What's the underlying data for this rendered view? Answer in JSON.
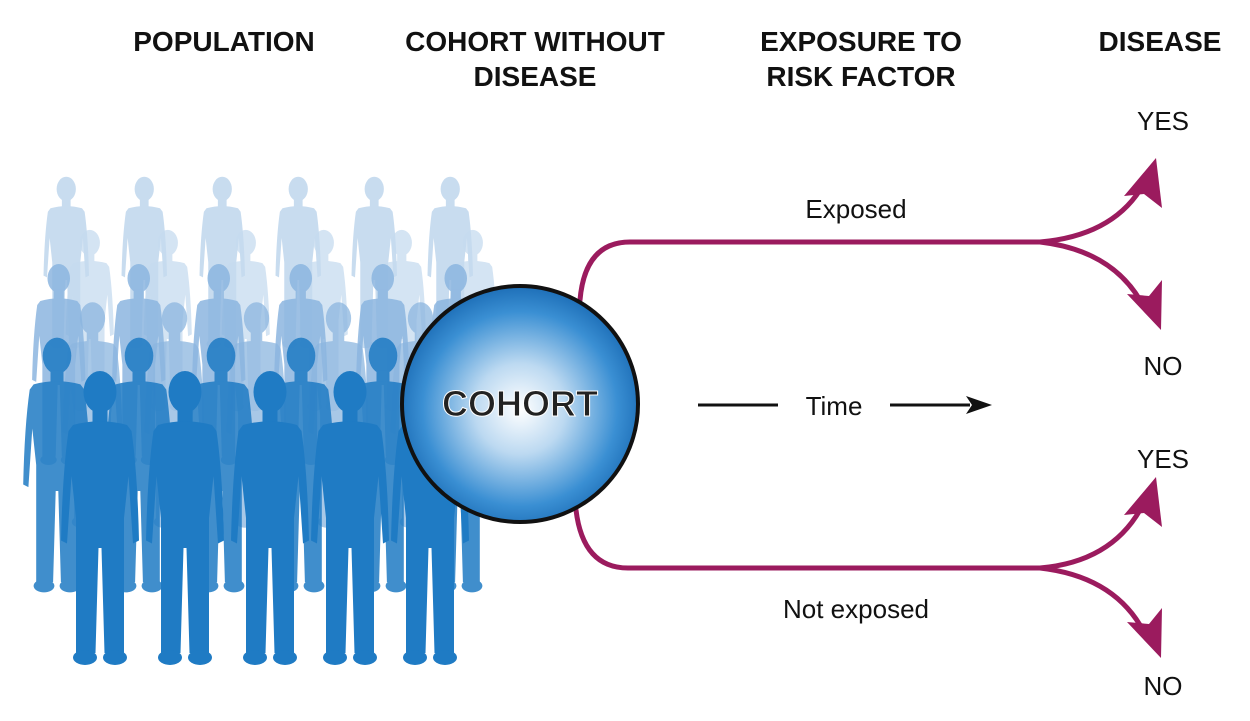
{
  "headers": {
    "population": "POPULATION",
    "cohort_line1": "COHORT WITHOUT",
    "cohort_line2": "DISEASE",
    "exposure_line1": "EXPOSURE TO",
    "exposure_line2": "RISK FACTOR",
    "disease": "DISEASE"
  },
  "cohort_label": "COHORT",
  "time_label": "Time",
  "exposed": {
    "label": "Exposed",
    "yes": "YES",
    "no": "NO"
  },
  "not_exposed": {
    "label": "Not exposed",
    "yes": "YES",
    "no": "NO"
  },
  "colors": {
    "path": "#9b1b5e",
    "people_back": "#c6dbef",
    "people_mid": "#8cb6e0",
    "people_front": "#1f7bc4",
    "cohort_circle": "#1e78c2"
  }
}
